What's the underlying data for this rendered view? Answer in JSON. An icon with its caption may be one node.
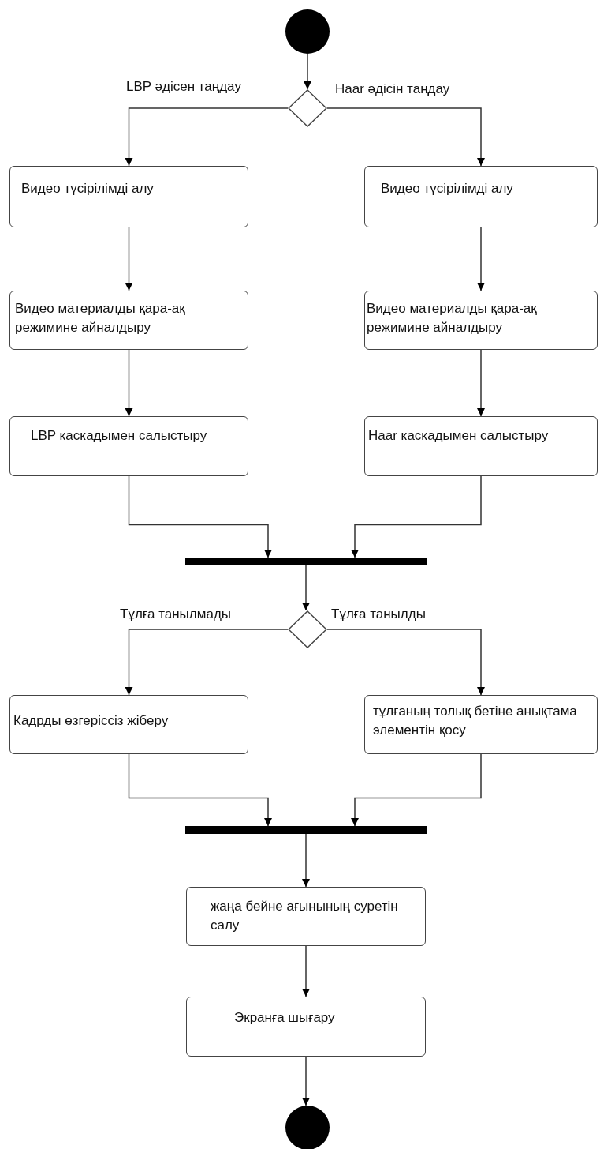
{
  "diagram": {
    "nodes": [
      {
        "text": [],
        "shape": "circle"
      },
      {
        "text": [],
        "shape": "diamond"
      },
      {
        "text": [
          "Видео түсірілімді алу"
        ]
      },
      {
        "text": [
          "Видео түсірілімді алу"
        ]
      },
      {
        "text": [
          "Видео материалды қара-ақ режимине айналдыру"
        ]
      },
      {
        "text": [
          "Видео материалды қара-ақ режимине айналдыру"
        ]
      },
      {
        "text": [
          "LBP каскадымен салыстыру"
        ]
      },
      {
        "text": [
          "Haar каскадымен салыстыру"
        ]
      },
      {
        "text": [],
        "shape": "bar"
      },
      {
        "text": [],
        "shape": "diamond"
      },
      {
        "text": [
          "Кадрды өзгеріссіз жіберу"
        ]
      },
      {
        "text": [
          "тұлғаның толық бетіне анықтама элементін қосу"
        ]
      },
      {
        "text": [],
        "shape": "bar"
      },
      {
        "text": [
          "жаңа бейне ағынының суретін салу"
        ]
      },
      {
        "text": [
          "Экранға шығару"
        ]
      },
      {
        "text": [],
        "shape": "circle"
      }
    ],
    "edges": [
      {
        "from": 0,
        "to": 1,
        "arrow": "to"
      },
      {
        "from": 1,
        "to": 2,
        "arrow": "to",
        "label": "LBP әдісен таңдау"
      },
      {
        "from": 1,
        "to": 3,
        "arrow": "to",
        "label": "Haar әдісін таңдау"
      },
      {
        "from": 2,
        "to": 4,
        "arrow": "to"
      },
      {
        "from": 3,
        "to": 5,
        "arrow": "to"
      },
      {
        "from": 4,
        "to": 6,
        "arrow": "to"
      },
      {
        "from": 5,
        "to": 7,
        "arrow": "to"
      },
      {
        "from": 6,
        "to": 8,
        "arrow": "to"
      },
      {
        "from": 7,
        "to": 8,
        "arrow": "to"
      },
      {
        "from": 8,
        "to": 9,
        "arrow": "to"
      },
      {
        "from": 9,
        "to": 10,
        "arrow": "to",
        "label": "Тұлға танылмады"
      },
      {
        "from": 9,
        "to": 11,
        "arrow": "to",
        "label": "Тұлға танылды"
      },
      {
        "from": 10,
        "to": 12,
        "arrow": "to"
      },
      {
        "from": 11,
        "to": 12,
        "arrow": "to"
      },
      {
        "from": 12,
        "to": 13,
        "arrow": "to"
      },
      {
        "from": 13,
        "to": 14,
        "arrow": "to"
      },
      {
        "from": 14,
        "to": 15,
        "arrow": "to"
      }
    ]
  }
}
